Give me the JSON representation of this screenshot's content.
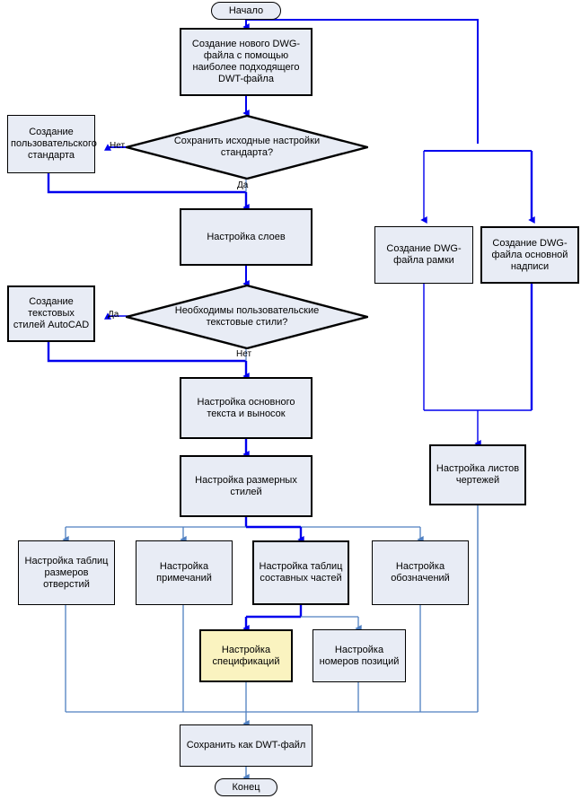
{
  "diagram": {
    "title": "Flowchart: AutoCAD DWT template preparation",
    "colors": {
      "node_fill": "#e8ecf5",
      "highlight_fill": "#faf3c0",
      "node_border": "#000000",
      "edge_primary": "#0000ee",
      "edge_secondary": "#4f7fc0",
      "background": "#ffffff"
    }
  },
  "nodes": {
    "start": {
      "label": "Начало",
      "shape": "terminal"
    },
    "create_dwg": {
      "label": "Создание нового DWG-файла с помощью наиболее подходящего DWT-файла",
      "shape": "process"
    },
    "keep_std": {
      "label": "Сохранить исходные настройки стандарта?",
      "shape": "decision"
    },
    "user_std": {
      "label": "Создание пользовательского стандарта",
      "shape": "process"
    },
    "layers": {
      "label": "Настройка слоев",
      "shape": "process"
    },
    "need_text_styles": {
      "label": "Необходимы пользовательские текстовые стили?",
      "shape": "decision"
    },
    "text_styles": {
      "label": "Создание текстовых стилей AutoCAD",
      "shape": "process"
    },
    "main_text": {
      "label": "Настройка основного текста и выносок",
      "shape": "process"
    },
    "dim_styles": {
      "label": "Настройка размерных стилей",
      "shape": "process"
    },
    "frame_dwg": {
      "label": "Создание DWG-файла рамки",
      "shape": "process"
    },
    "title_block_dwg": {
      "label": "Создание DWG-файла основной надписи",
      "shape": "process"
    },
    "sheets": {
      "label": "Настройка листов чертежей",
      "shape": "process"
    },
    "hole_tables": {
      "label": "Настройка таблиц размеров отверстий",
      "shape": "process"
    },
    "notes": {
      "label": "Настройка примечаний",
      "shape": "process"
    },
    "part_tables": {
      "label": "Настройка таблиц составных частей",
      "shape": "process"
    },
    "symbols": {
      "label": "Настройка обозначений",
      "shape": "process"
    },
    "specs": {
      "label": "Настройка спецификаций",
      "shape": "process",
      "highlighted": true
    },
    "balloons": {
      "label": "Настройка номеров позиций",
      "shape": "process"
    },
    "save_dwt": {
      "label": "Сохранить как DWT-файл",
      "shape": "process"
    },
    "end": {
      "label": "Конец",
      "shape": "terminal"
    }
  },
  "edge_labels": {
    "keep_std_no": "Нет",
    "keep_std_yes": "Да",
    "text_styles_yes": "Да",
    "text_styles_no": "Нет"
  }
}
